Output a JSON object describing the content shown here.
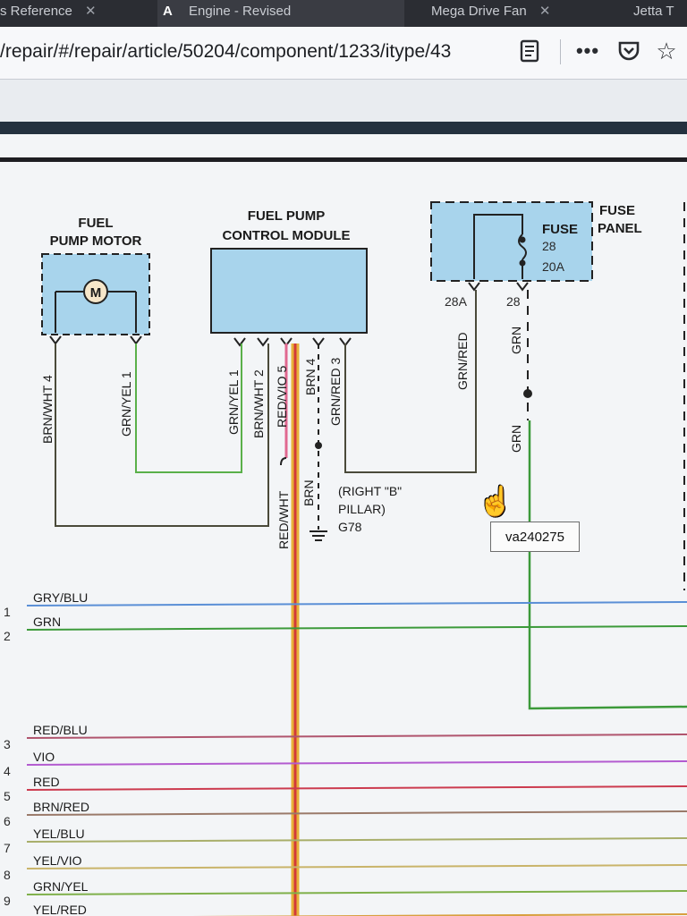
{
  "browser": {
    "tabs": [
      {
        "label": "s Reference"
      },
      {
        "label": "Engine - Revised",
        "icon": "A"
      },
      {
        "label": "Mega Drive Fan"
      },
      {
        "label": "Jetta T"
      }
    ],
    "url": "/repair/#/repair/article/50204/component/1233/itype/43",
    "icons": [
      "reader-view-icon",
      "more-icon",
      "pocket-icon",
      "bookmark-star-icon"
    ]
  },
  "diagram": {
    "fuel_pump_motor": {
      "line1": "FUEL",
      "line2": "PUMP MOTOR",
      "motor_symbol": "M"
    },
    "control_module": {
      "line1": "FUEL PUMP",
      "line2": "CONTROL MODULE"
    },
    "fuse_panel": {
      "line1": "FUSE",
      "line2": "PANEL",
      "fuse_label": "FUSE",
      "fuse_number": "28",
      "fuse_rating": "20A"
    },
    "motor_pins": [
      {
        "wire": "BRN/WHT",
        "pin": "4"
      },
      {
        "wire": "GRN/YEL",
        "pin": "1"
      }
    ],
    "module_pins": [
      {
        "wire": "GRN/YEL",
        "pin": "1"
      },
      {
        "wire": "BRN/WHT",
        "pin": "2"
      },
      {
        "wire": "RED/VIO",
        "pin": "5"
      },
      {
        "wire": "BRN",
        "pin": "4"
      },
      {
        "wire": "GRN/RED",
        "pin": "3"
      }
    ],
    "fuse_wires": [
      {
        "wire": "GRN/RED",
        "pin": "28A"
      },
      {
        "wire": "GRN",
        "pin": "28"
      }
    ],
    "lower_grn": "GRN",
    "lower_red_wht": "RED/WHT",
    "lower_brn": "BRN",
    "ground": {
      "location_line1": "(RIGHT \"B\"",
      "location_line2": "PILLAR)",
      "id": "G78"
    },
    "tooltip": "va240275",
    "bus_lines": [
      {
        "num": "1",
        "label": "GRY/BLU",
        "color": "#5a8fd6"
      },
      {
        "num": "2",
        "label": "GRN",
        "color": "#3c9a3a"
      },
      {
        "num": "3",
        "label": "RED/BLU",
        "color": "#b0556e"
      },
      {
        "num": "4",
        "label": "VIO",
        "color": "#b35bd0"
      },
      {
        "num": "5",
        "label": "RED",
        "color": "#cc3b4f"
      },
      {
        "num": "6",
        "label": "BRN/RED",
        "color": "#9a7a6a"
      },
      {
        "num": "7",
        "label": "YEL/BLU",
        "color": "#a8ae6a"
      },
      {
        "num": "8",
        "label": "YEL/VIO",
        "color": "#c9b46a"
      },
      {
        "num": "9",
        "label": "GRN/YEL",
        "color": "#7fb04a"
      },
      {
        "num": "",
        "label": "YEL/RED",
        "color": "#d8a040"
      }
    ]
  },
  "colors": {
    "component_fill": "#a8d4ec",
    "wire_dark": "#4a4a3a",
    "wire_green": "#3c9a3a",
    "wire_gold": "#e8b23a",
    "wire_red": "#d23a3a"
  }
}
